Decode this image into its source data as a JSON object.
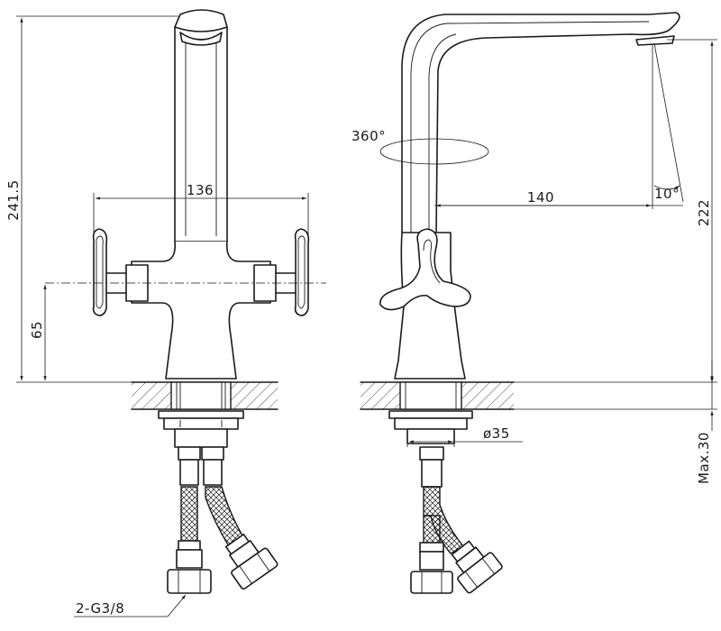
{
  "dimensions": {
    "overall_height": "241.5",
    "handle_spacing": "136",
    "handle_height": "65",
    "rotation": "360°",
    "spout_reach": "140",
    "spout_tilt": "10°",
    "spout_height": "222",
    "shank_diameter": "ø35",
    "max_counter_thickness": "Max.30",
    "hose_connection": "2-G3/8"
  }
}
